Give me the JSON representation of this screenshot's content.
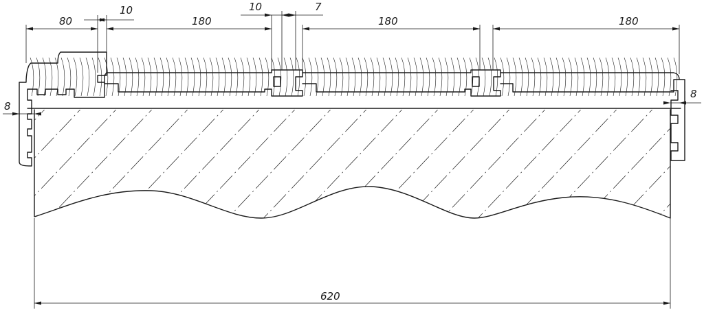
{
  "dimensions": {
    "top_left_80": "80",
    "top_gap_10_left": "10",
    "top_180_first": "180",
    "top_10_middle": "10",
    "top_7": "7",
    "top_180_second": "180",
    "top_180_third": "180",
    "side_left_8": "8",
    "side_right_8": "8",
    "bottom_620": "620"
  },
  "colors": {
    "ink": "#1a1a1a",
    "paper": "#ffffff"
  }
}
